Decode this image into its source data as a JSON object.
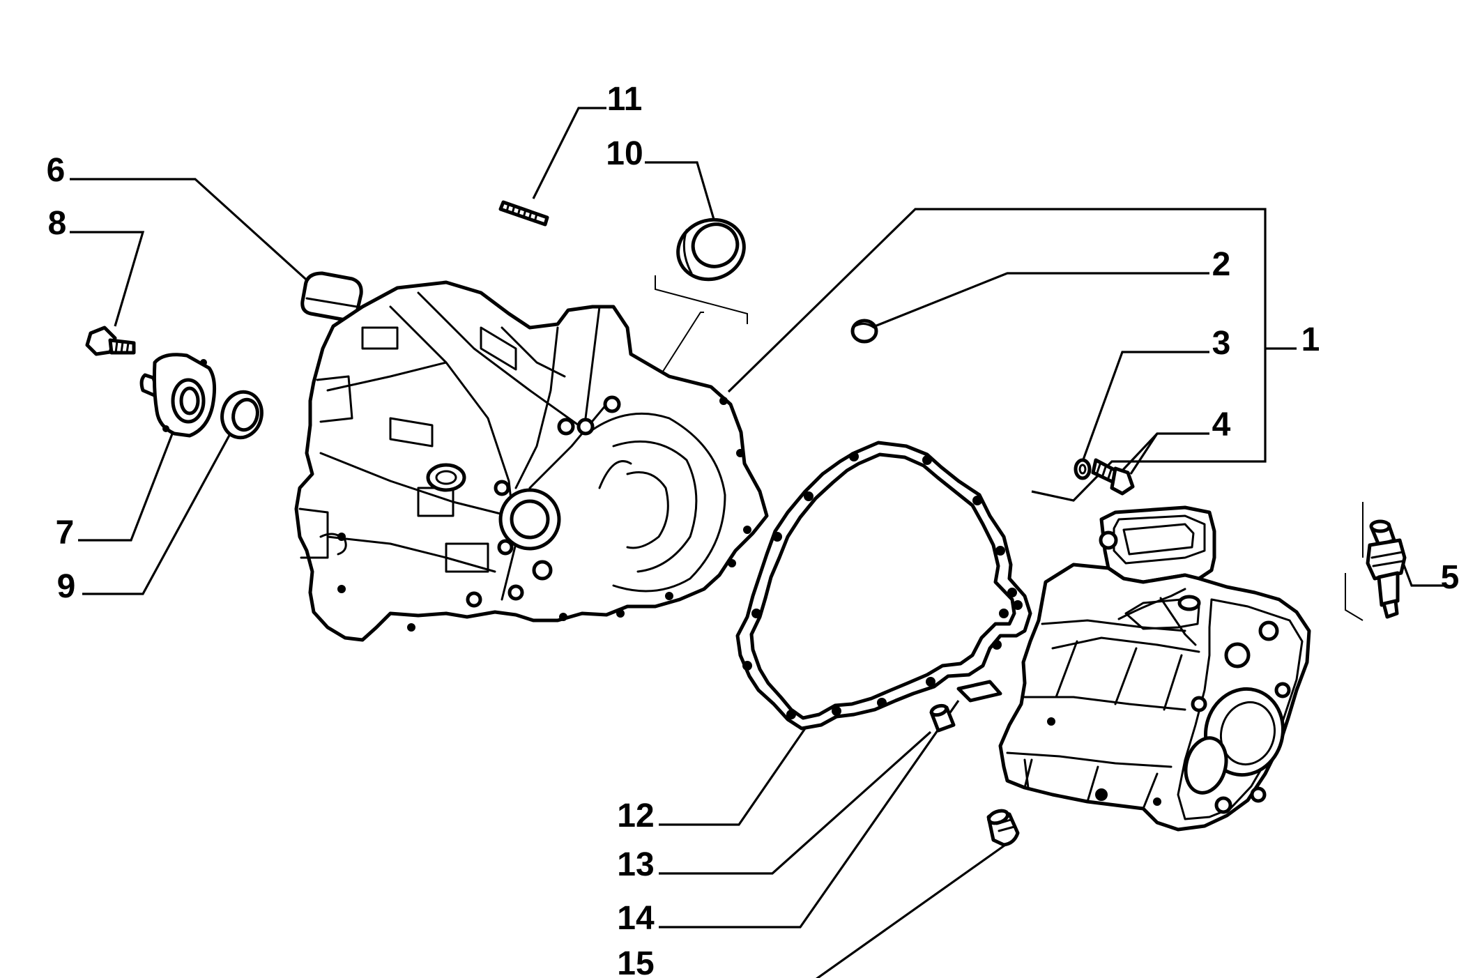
{
  "diagram": {
    "callouts": [
      {
        "id": "1",
        "label": "1"
      },
      {
        "id": "2",
        "label": "2"
      },
      {
        "id": "3",
        "label": "3"
      },
      {
        "id": "4",
        "label": "4"
      },
      {
        "id": "5",
        "label": "5"
      },
      {
        "id": "6",
        "label": "6"
      },
      {
        "id": "7",
        "label": "7"
      },
      {
        "id": "8",
        "label": "8"
      },
      {
        "id": "9",
        "label": "9"
      },
      {
        "id": "10",
        "label": "10"
      },
      {
        "id": "11",
        "label": "11"
      },
      {
        "id": "12",
        "label": "12"
      },
      {
        "id": "13",
        "label": "13"
      },
      {
        "id": "14",
        "label": "14"
      },
      {
        "id": "15",
        "label": "15"
      }
    ]
  },
  "colors": {
    "ink": "#000000",
    "paper": "#ffffff"
  }
}
